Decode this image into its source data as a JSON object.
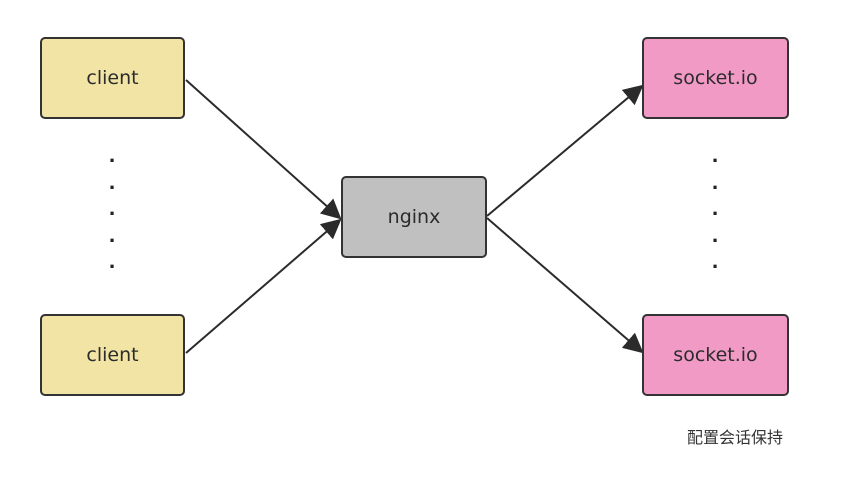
{
  "diagram": {
    "nodes": {
      "client_top": {
        "label": "client"
      },
      "client_bottom": {
        "label": "client"
      },
      "nginx": {
        "label": "nginx"
      },
      "socket_top": {
        "label": "socket.io"
      },
      "socket_bottom": {
        "label": "socket.io"
      }
    },
    "ellipsis": {
      "glyph": "."
    },
    "caption": "配置会话保持",
    "colors": {
      "client_fill": "#f2e4a5",
      "nginx_fill": "#c0c0c0",
      "socket_fill": "#f29ac6",
      "border": "#333333",
      "edge": "#2b2b2b"
    }
  }
}
